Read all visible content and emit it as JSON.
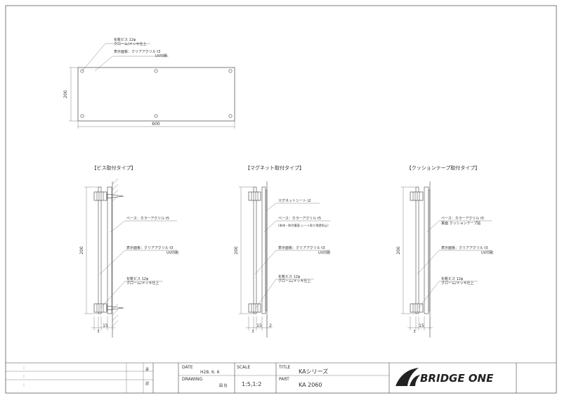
{
  "front_view": {
    "screw_label": "化粧ビス 12φ",
    "screw_finish": "クローム/メッキ仕上",
    "panel_label": "表示面板：クリアアクリル t3",
    "panel_print": "UV印刷",
    "height_dim": "200",
    "width_dim": "600"
  },
  "types": [
    {
      "title": "【ビス取付タイプ】",
      "base_label": "ベース：カラーアクリル t5",
      "base_note": "",
      "panel_label": "表示面板：クリアアクリル t3",
      "panel_note": "UV印刷",
      "extra_label": "化粧ビス 12φ",
      "extra_note": "クローム/メッキ仕上",
      "sheet_label": "",
      "height_dim": "200",
      "bottom_dims": "15",
      "sub_dim": "3"
    },
    {
      "title": "【マグネット取付タイプ】",
      "sheet_label": "マグネットシート t2",
      "base_label": "ベース：カラーアクリル t5",
      "base_note": "(本体・取付裏面 シート貼り透過防止)",
      "panel_label": "表示面板：クリアアクリル t3",
      "panel_note": "UV印刷",
      "extra_label": "化粧ビス 12φ",
      "extra_note": "クローム/メッキ仕上",
      "height_dim": "200",
      "bottom_dims": "15",
      "bottom_dims2": "2",
      "sub_dim": "3"
    },
    {
      "title": "【クッションテープ取付タイプ】",
      "sheet_label": "",
      "base_label": "ベース：カラーアクリル t5",
      "base_note": "裏面 クッションテープ貼",
      "panel_label": "表示面板：クリアアクリル t3",
      "panel_note": "UV印刷",
      "extra_label": "化粧ビス 12φ",
      "extra_note": "クローム/メッキ仕上",
      "height_dim": "200",
      "bottom_dims": "15",
      "sub_dim": "3"
    }
  ],
  "title_block": {
    "rev_marks": [
      ":",
      ":",
      ":"
    ],
    "col_a": "承",
    "col_b": "認",
    "date_label": "DATE",
    "date_value": "H28. 6. 6",
    "scale_label": "SCALE",
    "scale_value": "1:5,1:2",
    "drawing_label": "DRAWING",
    "drawing_value": "図 授",
    "title_label": "TITLE",
    "title_value": "KAシリーズ",
    "part_label": "PART",
    "part_value": "KA 2060",
    "logo_text": "BRIDGE ONE"
  }
}
